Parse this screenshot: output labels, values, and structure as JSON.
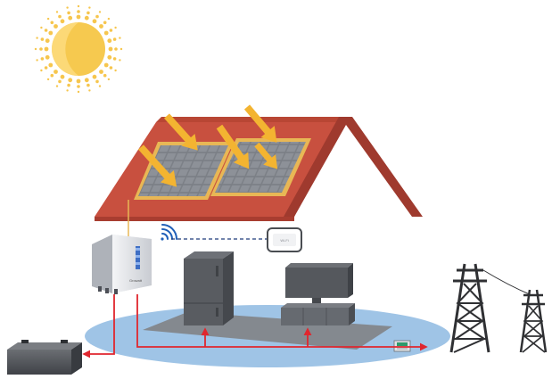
{
  "diagram": {
    "type": "solar-home-energy-system",
    "components": [
      {
        "id": "sun",
        "icon": "sun-icon"
      },
      {
        "id": "roof",
        "icon": "house-roof-icon"
      },
      {
        "id": "solar-panels",
        "icon": "solar-panel-icon",
        "count": 2
      },
      {
        "id": "inverter",
        "icon": "inverter-icon"
      },
      {
        "id": "wifi",
        "icon": "wifi-icon"
      },
      {
        "id": "monitor",
        "icon": "monitor-device-icon"
      },
      {
        "id": "refrigerator",
        "icon": "refrigerator-icon"
      },
      {
        "id": "television",
        "icon": "television-icon"
      },
      {
        "id": "battery",
        "icon": "battery-icon"
      },
      {
        "id": "meter",
        "icon": "energy-meter-icon"
      },
      {
        "id": "grid",
        "icon": "transmission-tower-icon",
        "count": 2
      }
    ],
    "connections": [
      {
        "from": "solar-panels",
        "to": "inverter",
        "style": "cable"
      },
      {
        "from": "inverter",
        "to": "monitor",
        "style": "dashed-wireless"
      },
      {
        "from": "inverter",
        "to": "battery",
        "style": "power-arrow"
      },
      {
        "from": "inverter",
        "to": "refrigerator",
        "style": "power-arrow"
      },
      {
        "from": "inverter",
        "to": "television",
        "style": "power-arrow"
      },
      {
        "from": "inverter",
        "to": "grid",
        "style": "power-arrow"
      }
    ]
  },
  "inverter": {
    "brand": "Growatt"
  },
  "monitor": {
    "label": "Wi-Fi"
  },
  "colors": {
    "sun": "#f3c24a",
    "sun_rays": "#f6c64e",
    "roof": "#c8503f",
    "roof_dark": "#9f3a2e",
    "panel_frame": "#e8b755",
    "panel_cell": "#7b7f86",
    "sunbeam": "#f3b431",
    "power_line": "#e0262e",
    "wireless_line": "#1d3a7a",
    "floor": "#9fc4e6",
    "appliance": "#595c61",
    "tower": "#3a3a3d"
  }
}
